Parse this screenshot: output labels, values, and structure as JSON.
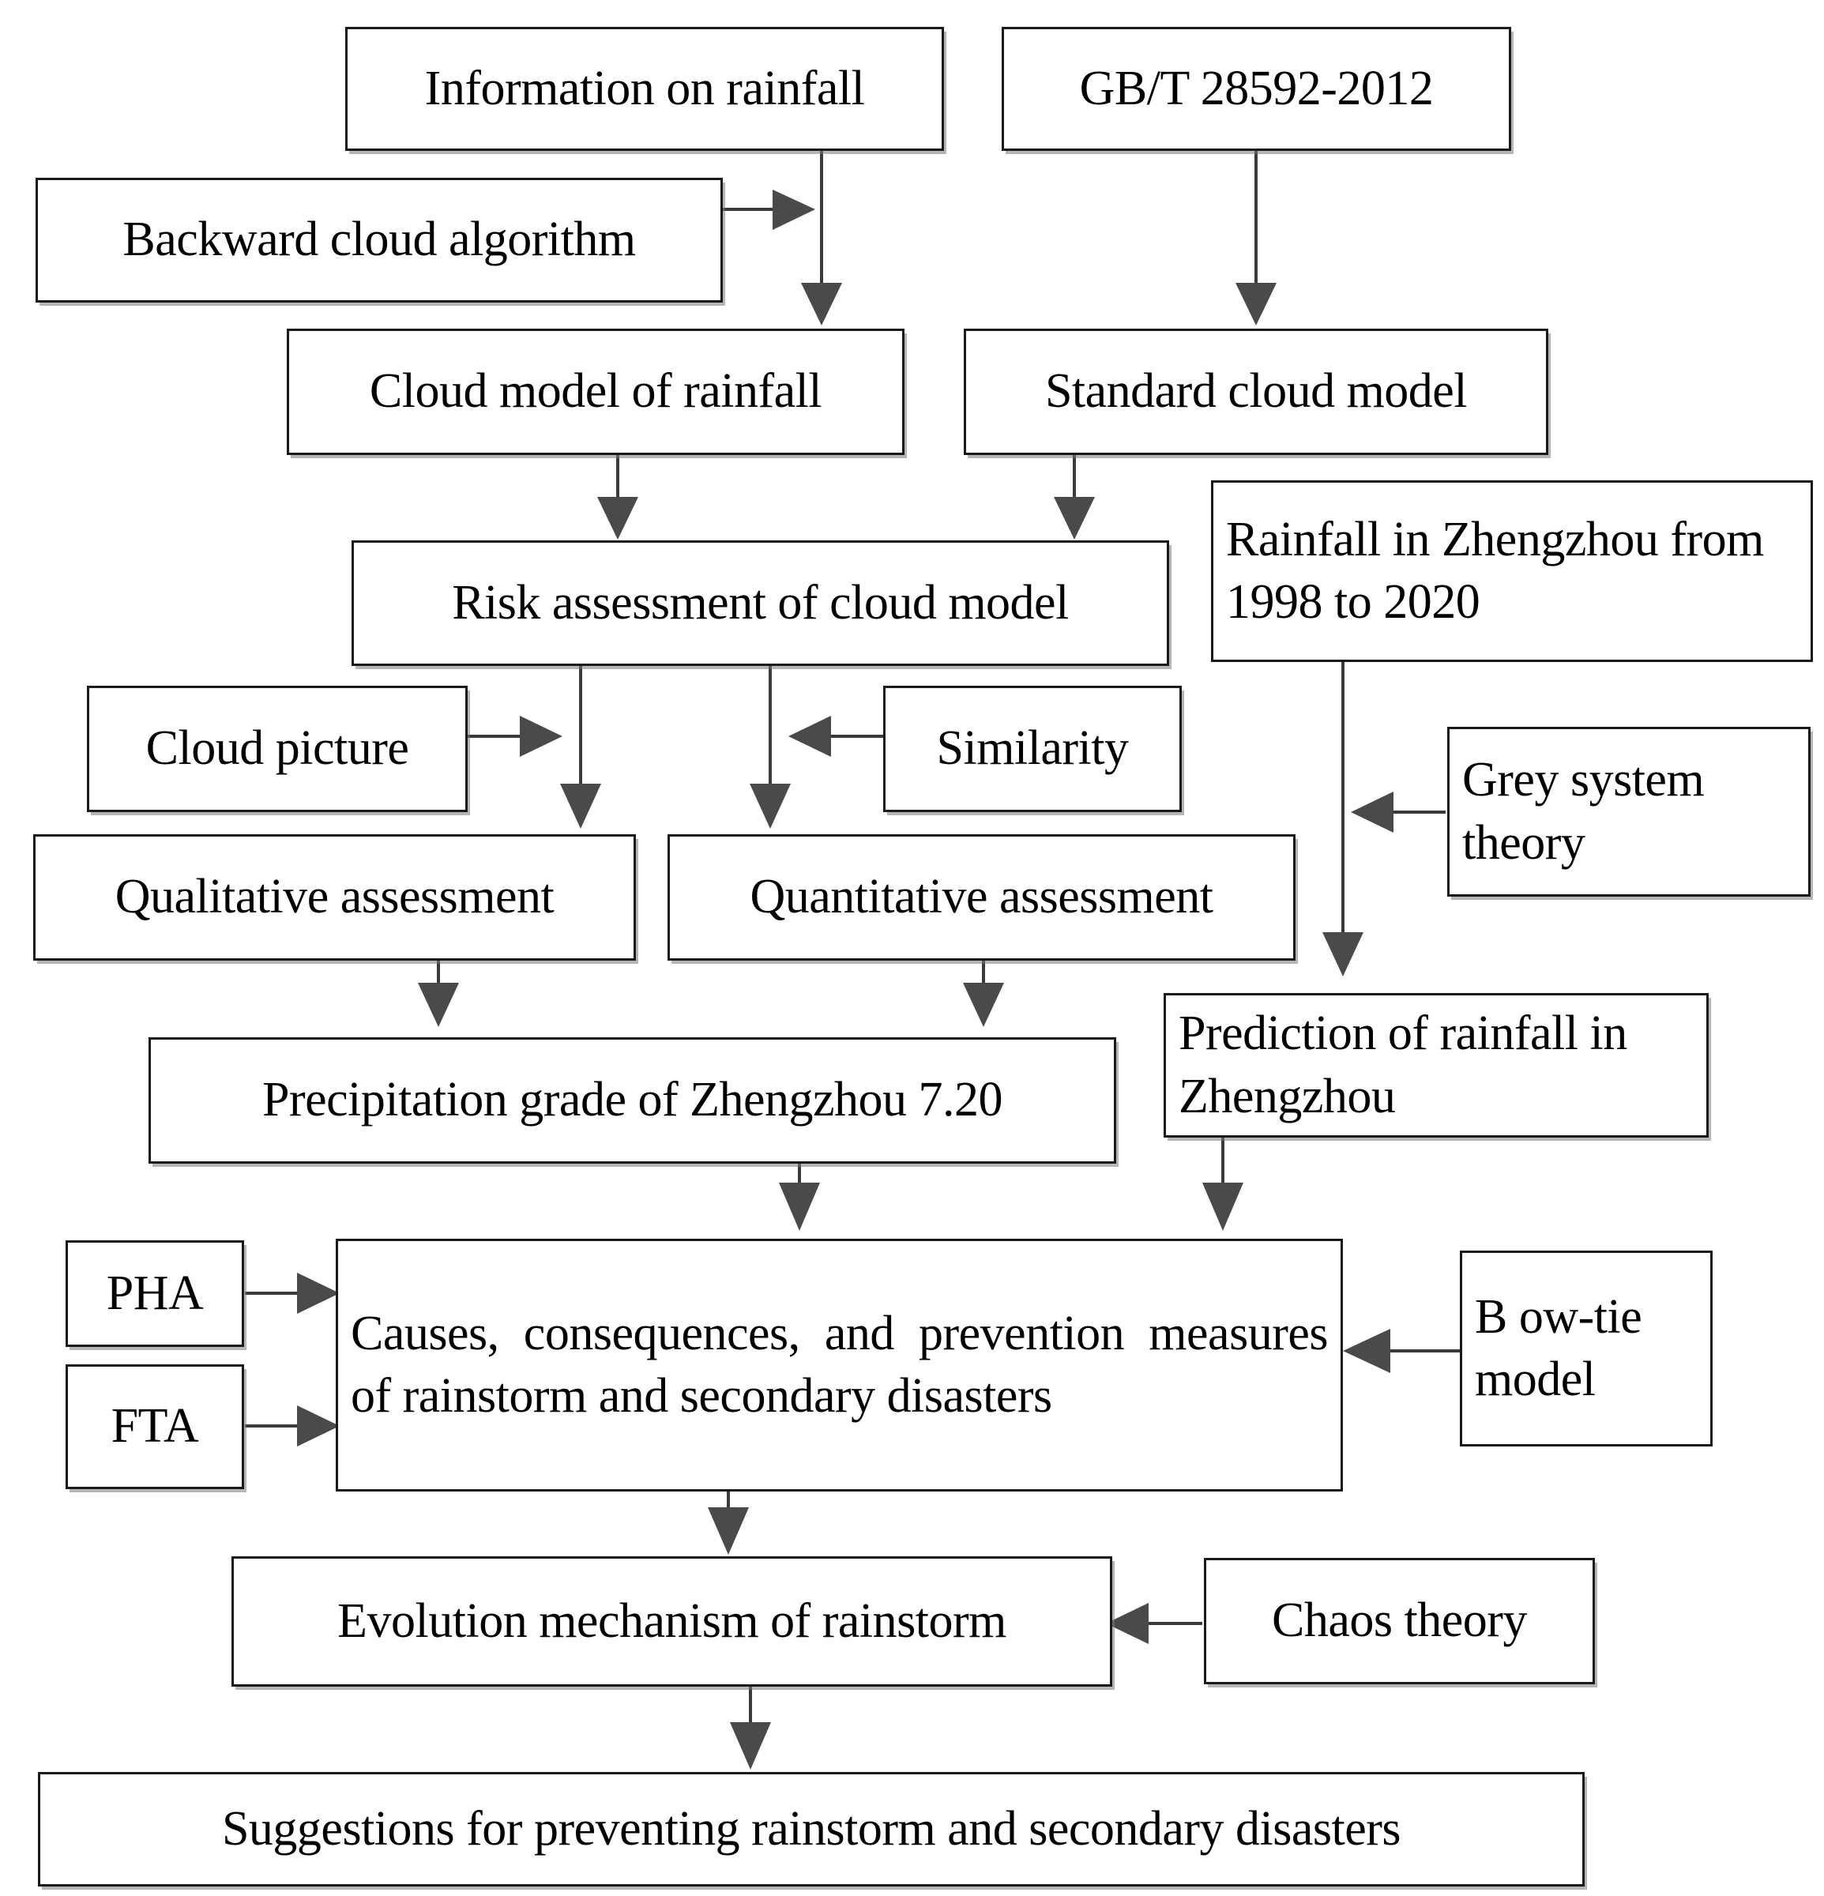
{
  "diagram": {
    "title": "Research framework flowchart for rainstorm risk assessment",
    "nodes": {
      "information_on_rainfall": "Information on rainfall",
      "gbt_standard": "GB/T 28592-2012",
      "backward_cloud_algorithm": "Backward cloud algorithm",
      "cloud_model_of_rainfall": "Cloud model of rainfall",
      "standard_cloud_model": "Standard cloud model",
      "risk_assessment_of_cloud_model": "Risk assessment of cloud model",
      "rainfall_in_zhengzhou": "Rainfall in Zhengzhou from 1998 to 2020",
      "cloud_picture": "Cloud picture",
      "similarity": "Similarity",
      "grey_system_theory": "Grey system theory",
      "qualitative_assessment": "Qualitative assessment",
      "quantitative_assessment": "Quantitative assessment",
      "prediction_of_rainfall": "Prediction of rainfall in Zhengzhou",
      "precipitation_grade": "Precipitation grade of Zhengzhou 7.20",
      "pha": "PHA",
      "fta": "FTA",
      "causes_consequences": "Causes, consequences, and prevention measures of rainstorm and secondary disasters",
      "bow_tie_model": "B ow-tie model",
      "evolution_mechanism": "Evolution mechanism of rainstorm",
      "chaos_theory": "Chaos theory",
      "suggestions": "Suggestions for preventing rainstorm and secondary disasters"
    },
    "edges": [
      {
        "from": "information_on_rainfall",
        "to": "cloud_model_of_rainfall",
        "direction": "down"
      },
      {
        "from": "backward_cloud_algorithm",
        "to": "cloud_model_of_rainfall",
        "direction": "right"
      },
      {
        "from": "gbt_standard",
        "to": "standard_cloud_model",
        "direction": "down"
      },
      {
        "from": "cloud_model_of_rainfall",
        "to": "risk_assessment_of_cloud_model",
        "direction": "down"
      },
      {
        "from": "standard_cloud_model",
        "to": "risk_assessment_of_cloud_model",
        "direction": "down"
      },
      {
        "from": "risk_assessment_of_cloud_model",
        "to": "qualitative_assessment",
        "direction": "down"
      },
      {
        "from": "risk_assessment_of_cloud_model",
        "to": "quantitative_assessment",
        "direction": "down"
      },
      {
        "from": "cloud_picture",
        "to": "qualitative_assessment",
        "direction": "right"
      },
      {
        "from": "similarity",
        "to": "quantitative_assessment",
        "direction": "left"
      },
      {
        "from": "rainfall_in_zhengzhou",
        "to": "prediction_of_rainfall",
        "direction": "down"
      },
      {
        "from": "grey_system_theory",
        "to": "prediction_of_rainfall",
        "direction": "left"
      },
      {
        "from": "qualitative_assessment",
        "to": "precipitation_grade",
        "direction": "down"
      },
      {
        "from": "quantitative_assessment",
        "to": "precipitation_grade",
        "direction": "down"
      },
      {
        "from": "precipitation_grade",
        "to": "causes_consequences",
        "direction": "down"
      },
      {
        "from": "prediction_of_rainfall",
        "to": "causes_consequences",
        "direction": "down"
      },
      {
        "from": "pha",
        "to": "causes_consequences",
        "direction": "right"
      },
      {
        "from": "fta",
        "to": "causes_consequences",
        "direction": "right"
      },
      {
        "from": "bow_tie_model",
        "to": "causes_consequences",
        "direction": "left"
      },
      {
        "from": "causes_consequences",
        "to": "evolution_mechanism",
        "direction": "down"
      },
      {
        "from": "chaos_theory",
        "to": "evolution_mechanism",
        "direction": "left"
      },
      {
        "from": "evolution_mechanism",
        "to": "suggestions",
        "direction": "down"
      }
    ],
    "colors": {
      "box_border": "#1a1a1a",
      "box_fill": "#ffffff",
      "connector": "#3a3a3a",
      "arrowhead": "#4a4a4a",
      "text": "#000000"
    }
  }
}
